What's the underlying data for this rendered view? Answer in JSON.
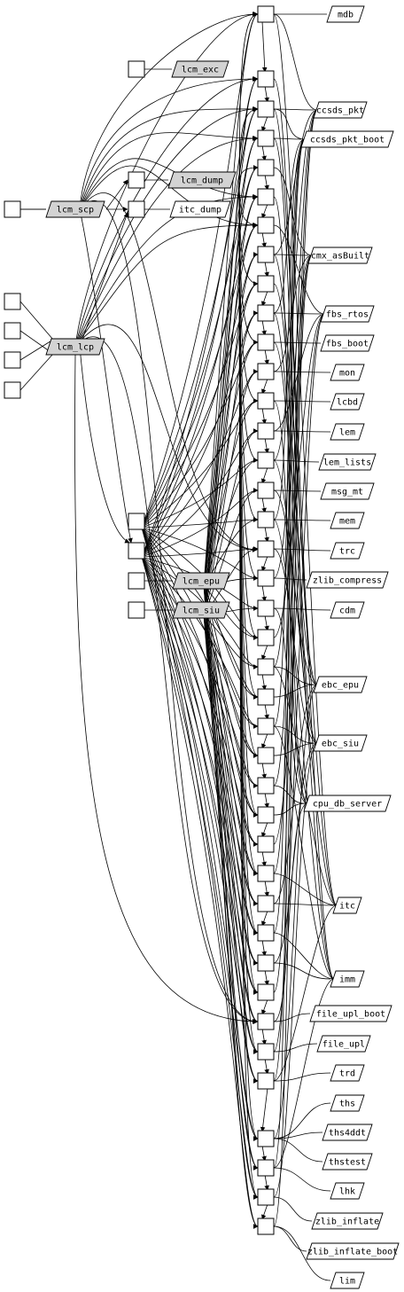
{
  "colors": {
    "line": "#000000",
    "node_fill": "#ffffff",
    "shaded_fill": "#d3d3d3"
  },
  "packages": [
    {
      "id": "mdb",
      "label": "mdb"
    },
    {
      "id": "lcm_exc",
      "label": "lcm_exc",
      "shaded": true
    },
    {
      "id": "ccsds_pkt",
      "label": "ccsds_pkt"
    },
    {
      "id": "ccsds_pkt_boot",
      "label": "ccsds_pkt_boot"
    },
    {
      "id": "lcm_dump",
      "label": "lcm_dump",
      "shaded": true
    },
    {
      "id": "lcm_scp",
      "label": "lcm_scp",
      "shaded": true
    },
    {
      "id": "itc_dump",
      "label": "itc_dump"
    },
    {
      "id": "cmx_asBuilt",
      "label": "cmx_asBuilt"
    },
    {
      "id": "fbs_rtos",
      "label": "fbs_rtos"
    },
    {
      "id": "lcm_lcp",
      "label": "lcm_lcp",
      "shaded": true
    },
    {
      "id": "fbs_boot",
      "label": "fbs_boot"
    },
    {
      "id": "mon",
      "label": "mon"
    },
    {
      "id": "lcbd",
      "label": "lcbd"
    },
    {
      "id": "lem",
      "label": "lem"
    },
    {
      "id": "lem_lists",
      "label": "lem_lists"
    },
    {
      "id": "msg_mt",
      "label": "msg_mt"
    },
    {
      "id": "mem",
      "label": "mem"
    },
    {
      "id": "trc",
      "label": "trc"
    },
    {
      "id": "zlib_compress",
      "label": "zlib_compress"
    },
    {
      "id": "lcm_epu",
      "label": "lcm_epu",
      "shaded": true
    },
    {
      "id": "lcm_siu",
      "label": "lcm_siu",
      "shaded": true
    },
    {
      "id": "cdm",
      "label": "cdm"
    },
    {
      "id": "ebc_epu",
      "label": "ebc_epu"
    },
    {
      "id": "ebc_siu",
      "label": "ebc_siu"
    },
    {
      "id": "cpu_db_server",
      "label": "cpu_db_server"
    },
    {
      "id": "itc",
      "label": "itc"
    },
    {
      "id": "imm",
      "label": "imm"
    },
    {
      "id": "file_upl_boot",
      "label": "file_upl_boot"
    },
    {
      "id": "file_upl",
      "label": "file_upl"
    },
    {
      "id": "trd",
      "label": "trd"
    },
    {
      "id": "ths",
      "label": "ths"
    },
    {
      "id": "ths4ddt",
      "label": "ths4ddt"
    },
    {
      "id": "thstest",
      "label": "thstest"
    },
    {
      "id": "lhk",
      "label": "lhk"
    },
    {
      "id": "zlib_inflate",
      "label": "zlib_inflate"
    },
    {
      "id": "zlib_inflate_boot",
      "label": "zlib_inflate_boot"
    },
    {
      "id": "lim",
      "label": "lim"
    }
  ]
}
